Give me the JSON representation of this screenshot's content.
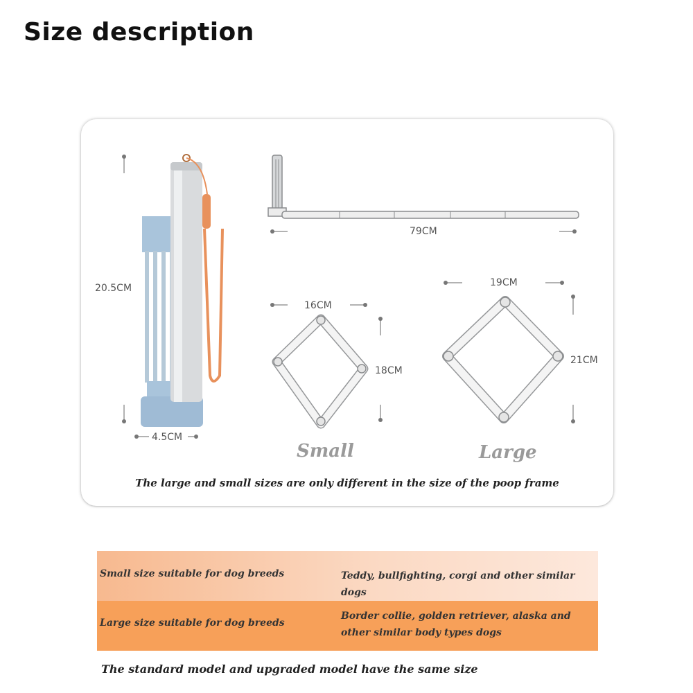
{
  "title": "Size description",
  "card": {
    "folded_height": "20.5CM",
    "folded_width": "4.5CM",
    "extended_length": "79CM",
    "small": {
      "width": "16CM",
      "height": "18CM",
      "label": "Small"
    },
    "large": {
      "width": "19CM",
      "height": "21CM",
      "label": "Large"
    },
    "note": "The large and small sizes are only different in the size of the poop frame"
  },
  "table": [
    {
      "size": "Small size suitable for dog breeds",
      "breeds": "Teddy, bullfighting, corgi and other similar dogs"
    },
    {
      "size": "Large size suitable for dog breeds",
      "breeds": "Border collie, golden retriever, alaska and other similar body types dogs"
    }
  ],
  "footer": "The standard model and upgraded model have the same size",
  "colors": {
    "row1": "#f9c8a6",
    "row2": "#f7a059",
    "frame_blue": "#a9c4db",
    "lanyard": "#e8915c"
  }
}
